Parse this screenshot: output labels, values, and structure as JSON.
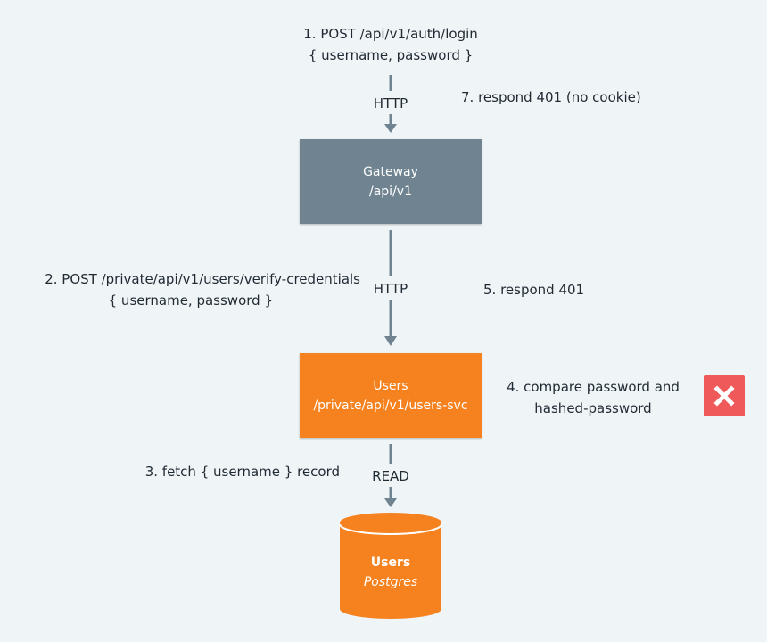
{
  "request": {
    "step1_line1": "1. POST /api/v1/auth/login",
    "step1_line2": "{ username, password }",
    "step2_line1": "2. POST /private/api/v1/users/verify-credentials",
    "step2_line2": "{ username, password }",
    "step3": "3. fetch { username } record",
    "step4_line1": "4. compare password and",
    "step4_line2": "hashed-password",
    "step5": "5. respond 401",
    "step7": "7. respond 401 (no cookie)"
  },
  "edges": {
    "top": "HTTP",
    "middle": "HTTP",
    "bottom": "READ"
  },
  "gateway": {
    "title": "Gateway",
    "path": "/api/v1"
  },
  "users_service": {
    "title": "Users",
    "path": "/private/api/v1/users-svc"
  },
  "database": {
    "title": "Users",
    "engine": "Postgres"
  },
  "status": {
    "failure_icon": "x-icon",
    "failure_color": "#f0595a"
  },
  "colors": {
    "gateway": "#6f8391",
    "users_service": "#f5821f",
    "database": "#f5821f",
    "arrow": "#6f8391"
  }
}
